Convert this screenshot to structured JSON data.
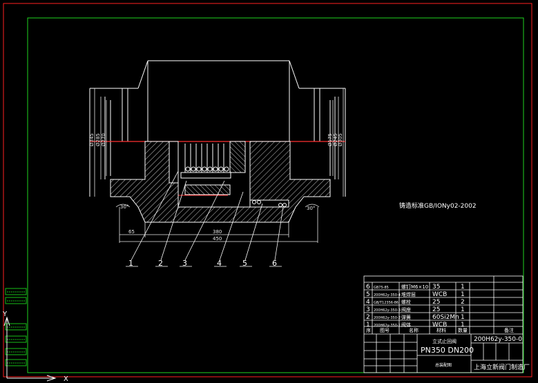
{
  "colors": {
    "background": "#000000",
    "frame": "#ff2020",
    "border": "#1fd41f",
    "line": "#ffffff",
    "dim": "#e8e8e8",
    "red": "#ff3030",
    "tool_green": "#19c019"
  },
  "standard_note": "铸造标准GB/IONy02-2002",
  "dimensions": {
    "d1": "Ø345",
    "d2": "Ø285",
    "d3": "Ø270",
    "d4": "Ø175",
    "d5": "Ø245",
    "d6": "Ø305",
    "w_65": "65",
    "w_380": "380",
    "w_450": "450",
    "angle_left": "30°",
    "angle_right": "30°"
  },
  "leaders": [
    "1",
    "2",
    "3",
    "4",
    "5",
    "6"
  ],
  "bom": {
    "rows": [
      {
        "no": "6",
        "code": "GB75-85",
        "name": "螺钉M6×10",
        "material": "35",
        "qty": "1"
      },
      {
        "no": "5",
        "code": "200H62y-350-4",
        "name": "堆焊层",
        "material": "WCB",
        "qty": "1"
      },
      {
        "no": "4",
        "code": "GB/T12356-86",
        "name": "螺栓",
        "material": "25",
        "qty": "2"
      },
      {
        "no": "3",
        "code": "200H62y-350-3",
        "name": "阀座",
        "material": "25",
        "qty": "1"
      },
      {
        "no": "2",
        "code": "200H62y-350-2",
        "name": "弹簧",
        "material": "60Si2Mn",
        "qty": "1"
      },
      {
        "no": "1",
        "code": "200H62y-350-1",
        "name": "阀体",
        "material": "WCB",
        "qty": "1"
      }
    ],
    "header": {
      "no": "序",
      "code": "图号",
      "name": "名称",
      "material": "材料",
      "qty": "数量",
      "remark": "备注"
    }
  },
  "title_block": {
    "product_name": "立式止回阀",
    "spec": "PN350 DN200",
    "drawing_no": "200H62y-350-0",
    "company": "上海立新阀门制造厂",
    "sheet_label": "总装配图"
  }
}
